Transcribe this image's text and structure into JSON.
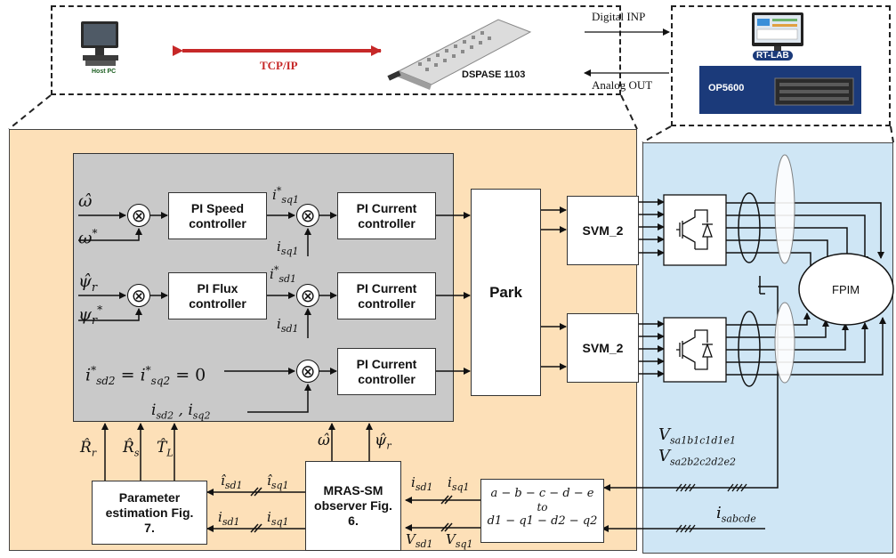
{
  "top": {
    "host_pc_label": "Host PC",
    "link_label": "TCP/IP",
    "dspace_label": "DSPASE 1103",
    "digital_inp_label": "Digital INP",
    "analog_out_label": "Analog OUT",
    "rtlab_label": "RT-LAB",
    "op5600_label": "OP5600"
  },
  "control": {
    "omega_hat": "ω̂",
    "omega_ref": "ω*",
    "psi_hat": "ψ̂r",
    "psi_ref": "ψr*",
    "isq1_ref": "i*sq1",
    "isq1": "isq1",
    "isd1_ref": "i*sd1",
    "isd1": "isd1",
    "ref_zero": "i*sd2 = i*sq2 = 0",
    "isd2_isq2": "isd2 , isq2",
    "pi_speed": "PI Speed controller",
    "pi_flux": "PI Flux controller",
    "pi_current": "PI Current controller",
    "park": "Park",
    "svm": "SVM_2",
    "sum_symbol": "⊗"
  },
  "estimation": {
    "rr_hat": "R̂r",
    "rs_hat": "R̂s",
    "tl_hat": "T̂L",
    "omega_hat": "ω̂",
    "psi_hat": "ψ̂r",
    "isd1_hat": "îsd1",
    "isq1_hat": "îsq1",
    "isd1": "isd1",
    "isq1": "isq1",
    "vsd1": "Vsd1",
    "vsq1": "Vsq1",
    "param_block": "Parameter estimation Fig. 7.",
    "mras_block": "MRAS-SM observer Fig. 6.",
    "transform_top": "a − b − c − d − e",
    "transform_mid": "to",
    "transform_bottom": "d1 − q1 − d2 − q2",
    "vs_line1": "Vsa1b1c1d1e1",
    "vs_line2": "Vsa2b2c2d2e2",
    "isabcde": "isabcde"
  },
  "machine": {
    "label": "FPIM"
  },
  "colors": {
    "control_panel": "#fde0b8",
    "power_panel": "#cfe6f5",
    "inner_panel": "#c9c9c9",
    "tcp_arrow": "#c62828"
  }
}
